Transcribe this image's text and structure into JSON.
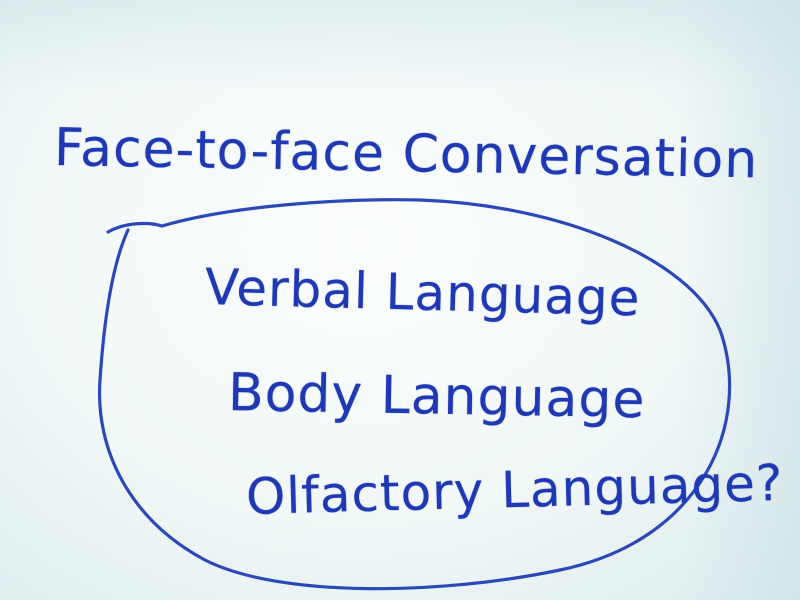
{
  "board": {
    "title": "Face-to-face Conversation",
    "items": [
      "Verbal Language",
      "Body Language",
      "Olfactory Language?"
    ]
  },
  "colors": {
    "ink": "#1f39b5",
    "board": "#f4fafa"
  }
}
